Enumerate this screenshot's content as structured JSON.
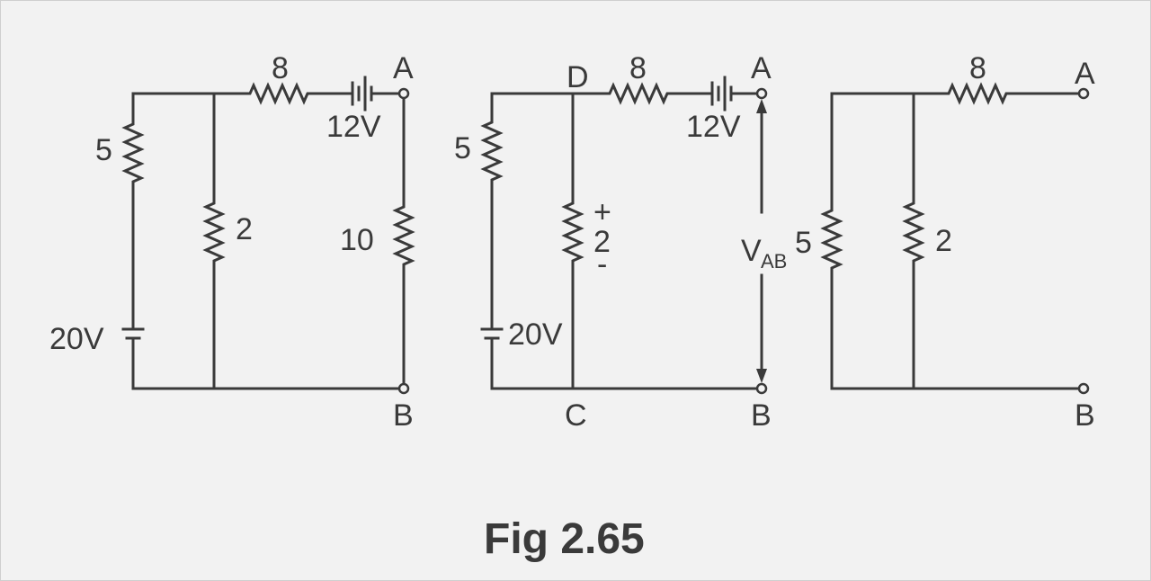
{
  "caption": "Fig 2.65",
  "circuit1": {
    "r_top": "8",
    "battery_top": "12V",
    "r_left": "5",
    "r_middle": "2",
    "r_right": "10",
    "battery_left": "20V",
    "terminal_a": "A",
    "terminal_b": "B"
  },
  "circuit2": {
    "node_d": "D",
    "node_c": "C",
    "r_top": "8",
    "battery_top": "12V",
    "r_left": "5",
    "r_middle": "2",
    "plus": "+",
    "minus": "-",
    "battery_left": "20V",
    "terminal_a": "A",
    "terminal_b": "B",
    "vab_main": "V",
    "vab_sub": "AB"
  },
  "circuit3": {
    "r_top": "8",
    "r_left": "5",
    "r_middle": "2",
    "terminal_a": "A",
    "terminal_b": "B"
  }
}
